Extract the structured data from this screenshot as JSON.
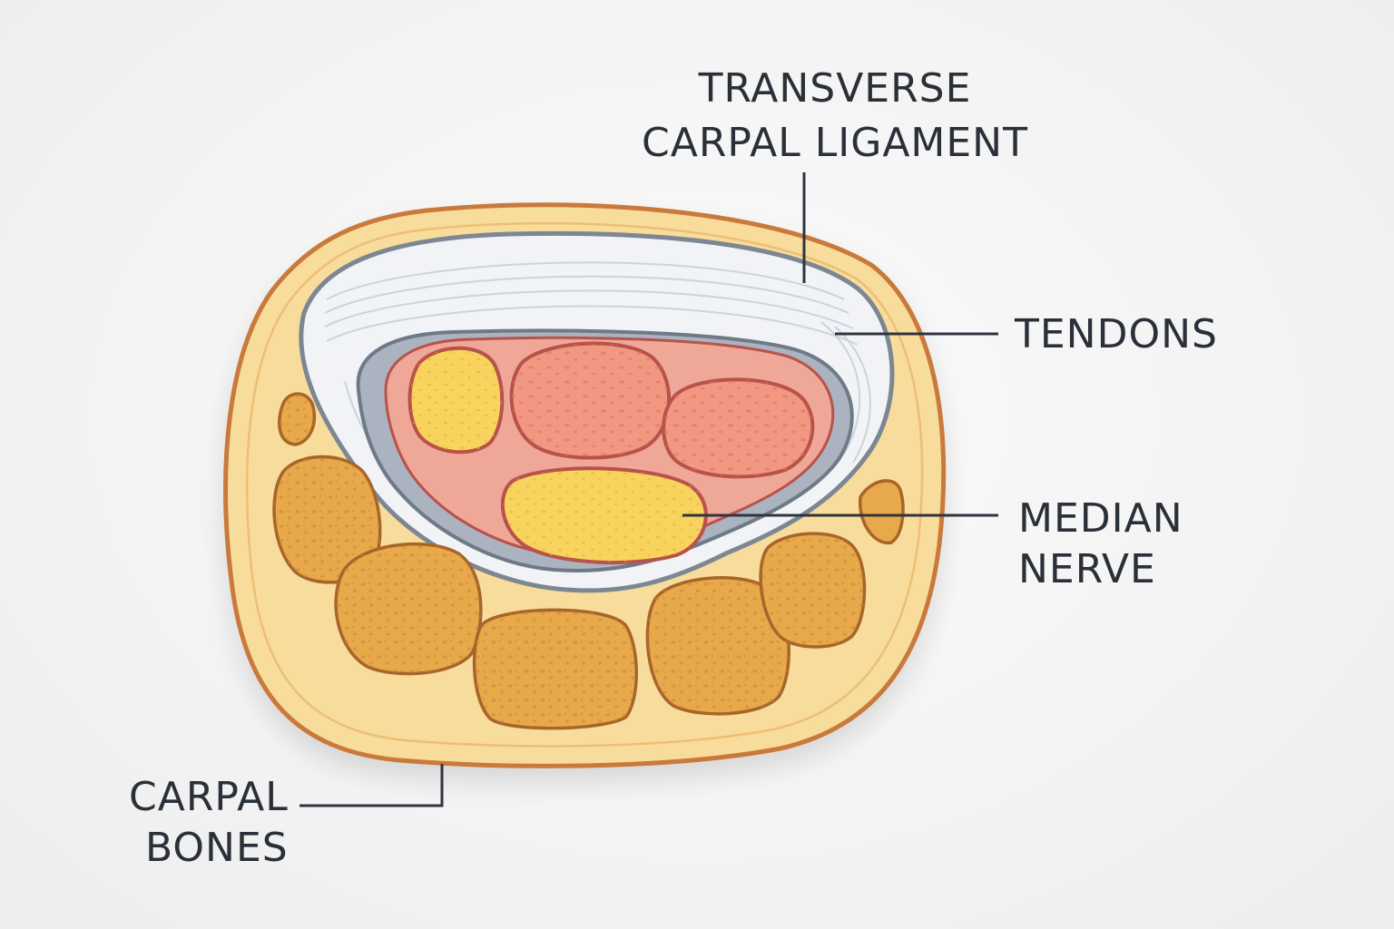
{
  "labels": {
    "ligament": {
      "line1": "TRANSVERSE",
      "line2": "CARPAL LIGAMENT"
    },
    "tendons": {
      "line1": "TENDONS"
    },
    "median_nerve": {
      "line1": "MEDIAN",
      "line2": "NERVE"
    },
    "carpal_bones": {
      "line1": "CARPAL",
      "line2": "BONES"
    }
  },
  "colors": {
    "skin_fill": "#f8dc9c",
    "skin_outline": "#c97a3a",
    "ligament_fill": "#f1f3f6",
    "ligament_outline": "#7d8794",
    "canal_fill": "#efa898",
    "tendon_fill": "#f29882",
    "tendon_outline": "#b8524a",
    "nerve_fill": "#f8d45e",
    "nerve_outline": "#b8524a",
    "bone_fill": "#e8a94b",
    "bone_outline": "#a8652a",
    "text": "#2a3038"
  }
}
